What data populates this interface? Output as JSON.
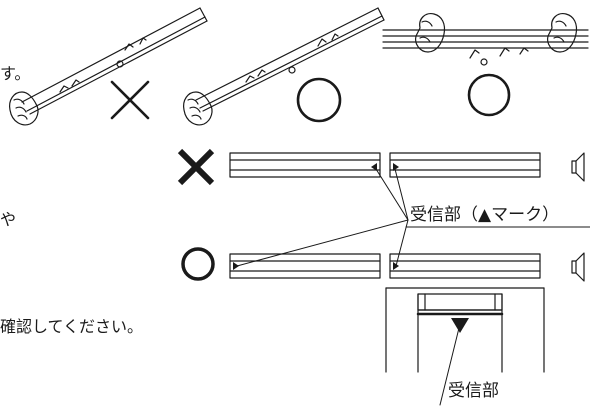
{
  "text_fragments": {
    "top_fragment": "す。",
    "middle_fragment": "や",
    "bottom_fragment": "確認してください。"
  },
  "labels": {
    "receiver_mark": "受信部（▲マーク）",
    "receiver": "受信部"
  },
  "marks": {
    "wrong": "×",
    "correct": "○"
  },
  "icons": [
    "hand-icon",
    "curtain-rail-icon",
    "speaker-icon",
    "triangle-mark-icon"
  ],
  "colors": {
    "line": "#1a1a1a",
    "background": "#ffffff"
  }
}
